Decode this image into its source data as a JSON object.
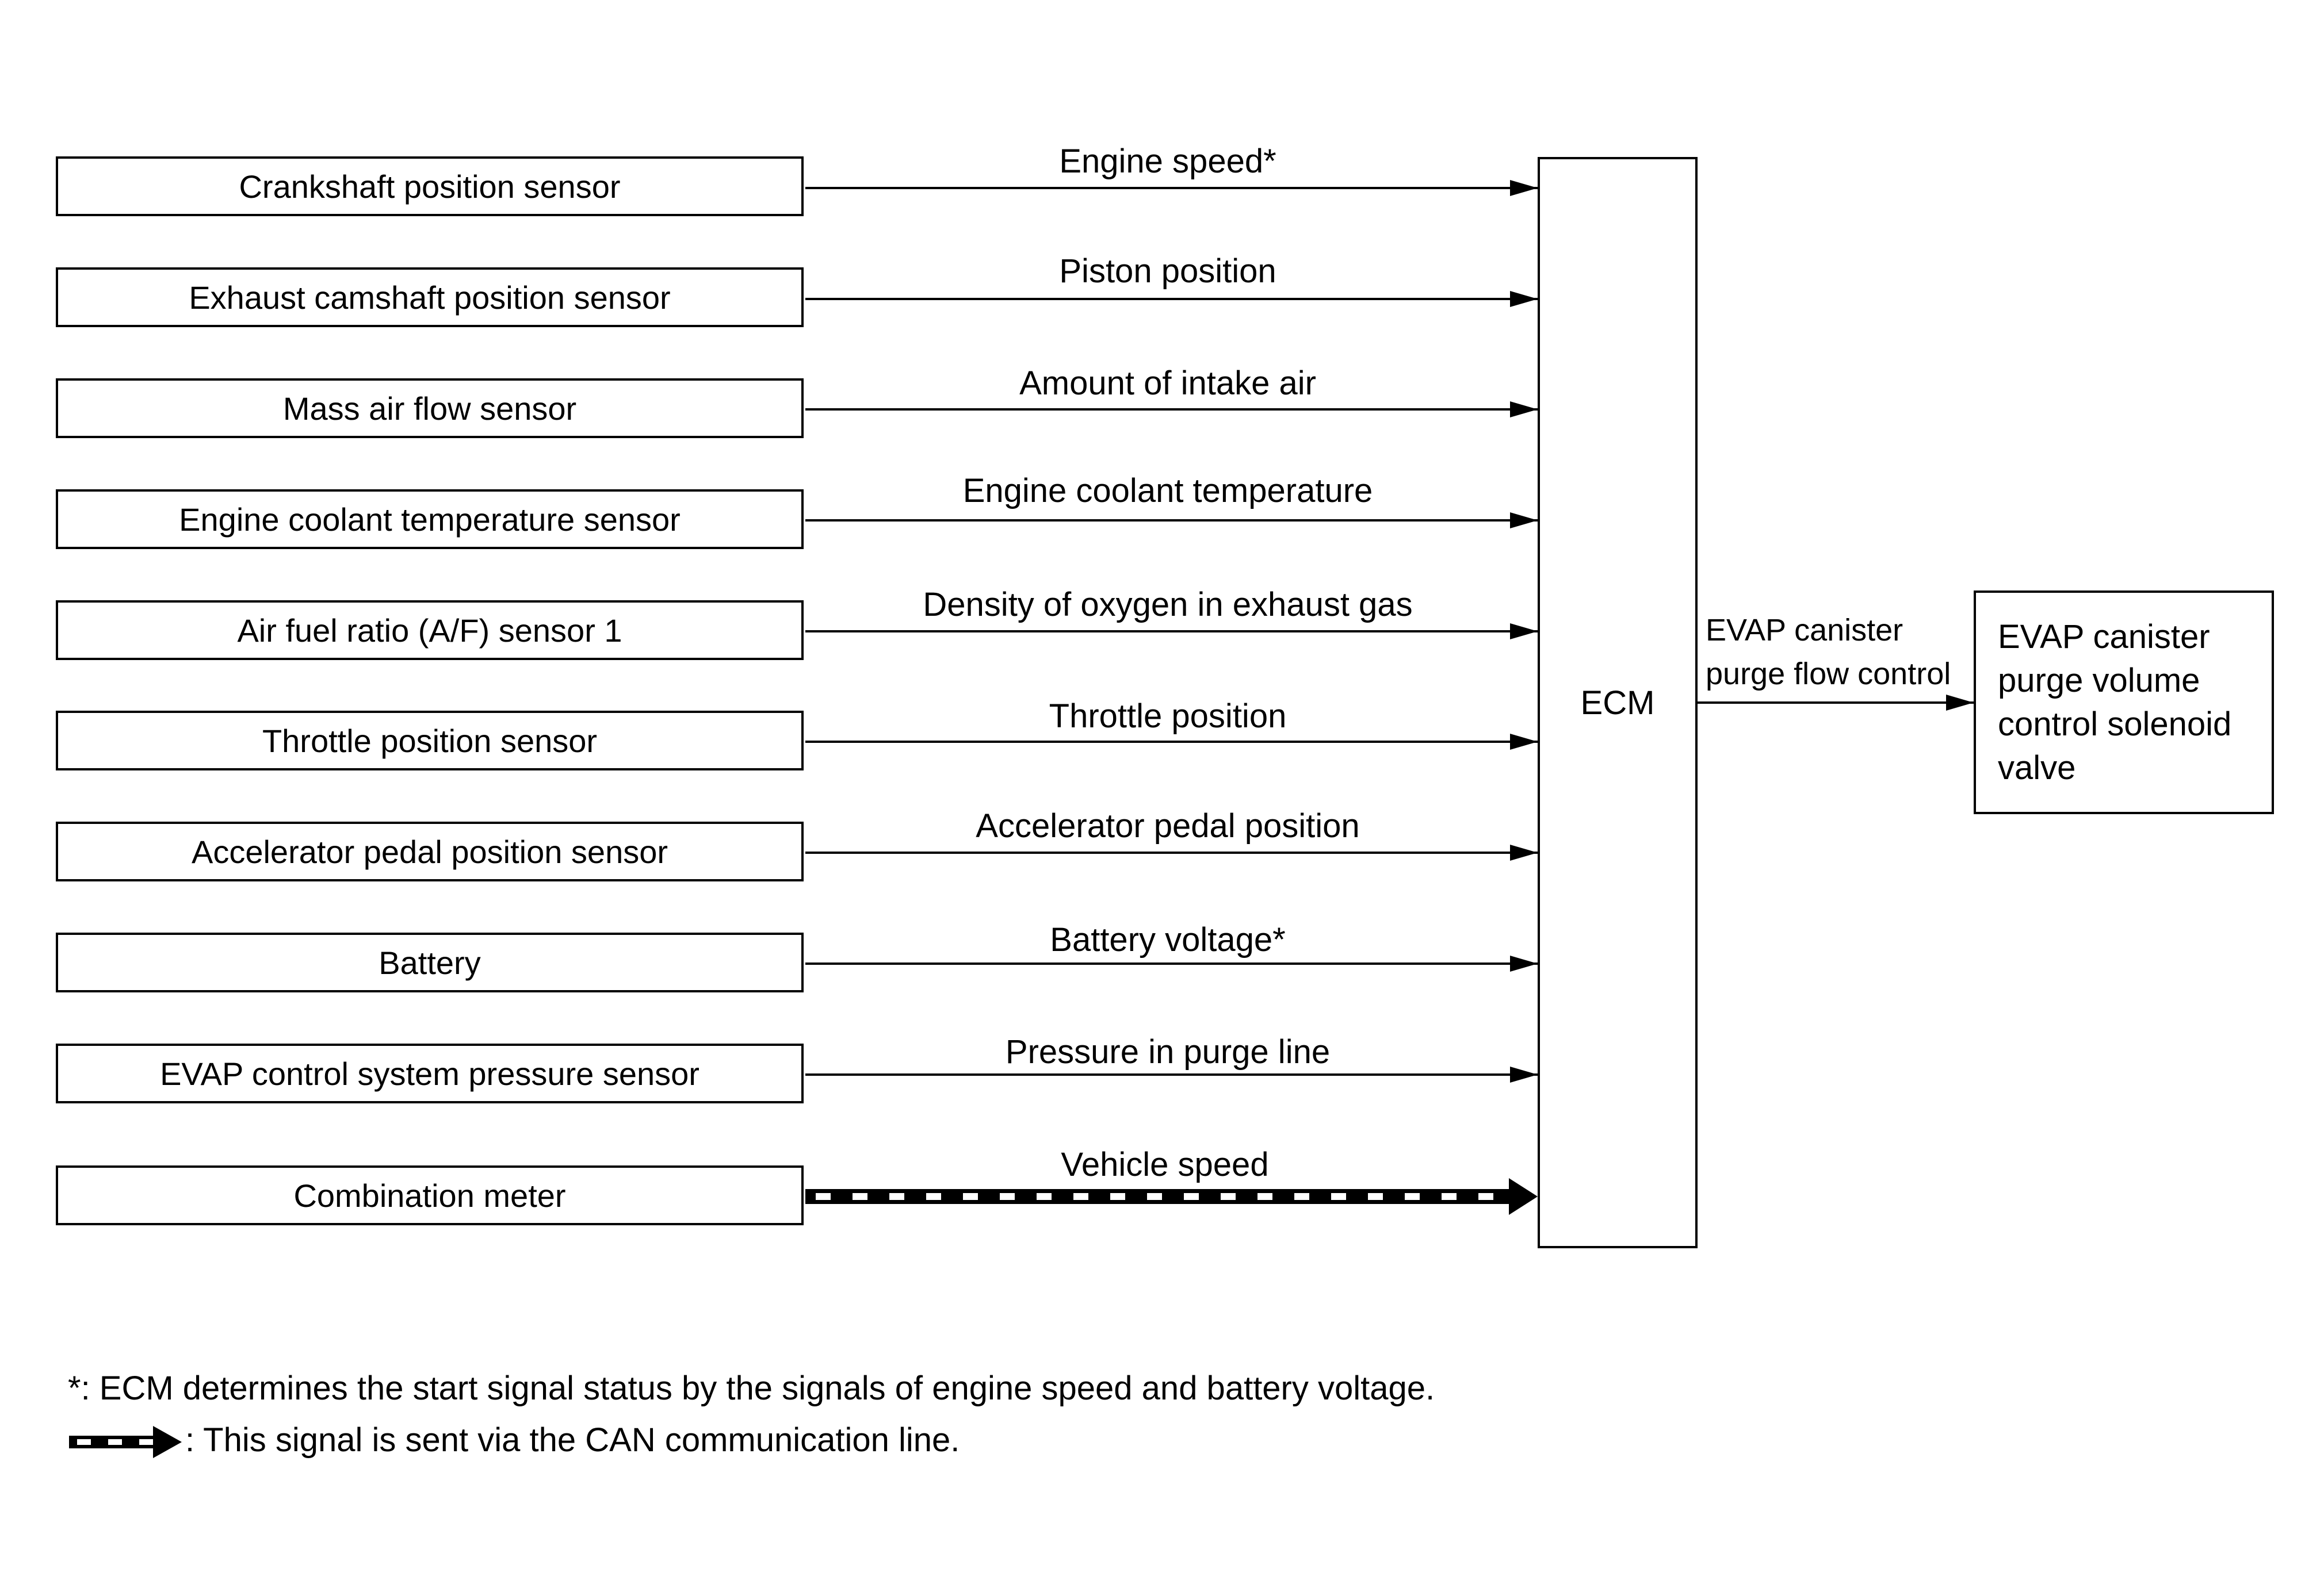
{
  "sensors": [
    {
      "name": "Crankshaft position sensor",
      "signal": "Engine speed*"
    },
    {
      "name": "Exhaust camshaft position sensor",
      "signal": "Piston position"
    },
    {
      "name": "Mass air flow sensor",
      "signal": "Amount of intake air"
    },
    {
      "name": "Engine coolant temperature sensor",
      "signal": "Engine coolant temperature"
    },
    {
      "name": "Air fuel ratio (A/F) sensor 1",
      "signal": "Density of oxygen in exhaust gas"
    },
    {
      "name": "Throttle position sensor",
      "signal": "Throttle position"
    },
    {
      "name": "Accelerator pedal position sensor",
      "signal": "Accelerator pedal position"
    },
    {
      "name": "Battery",
      "signal": "Battery voltage*"
    },
    {
      "name": "EVAP control system pressure sensor",
      "signal": "Pressure in purge line"
    },
    {
      "name": "Combination meter",
      "signal": "Vehicle speed"
    }
  ],
  "ecm": {
    "label": "ECM"
  },
  "output": {
    "signal_line1": "EVAP canister",
    "signal_line2": "purge flow control",
    "actuator": "EVAP canister purge volume control solenoid valve"
  },
  "footnotes": {
    "asterisk": "*: ECM determines the start signal status by the signals of engine speed and battery voltage.",
    "can_legend": ": This signal is sent via the CAN communication line."
  }
}
